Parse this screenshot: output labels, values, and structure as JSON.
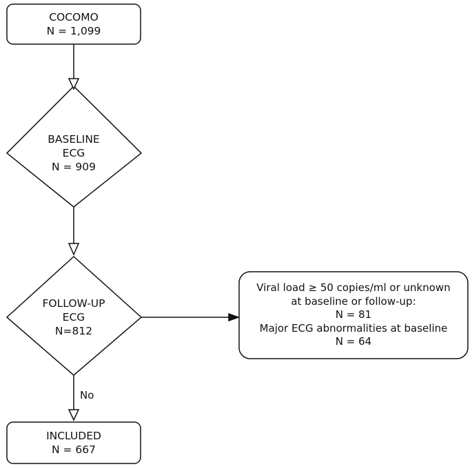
{
  "nodes": {
    "cocomo": {
      "lines": [
        "COCOMO",
        "N = 1,099"
      ]
    },
    "baseline": {
      "lines": [
        "BASELINE",
        "ECG",
        "N = 909"
      ]
    },
    "followup": {
      "lines": [
        "FOLLOW-UP",
        "ECG",
        "N=812"
      ]
    },
    "excluded": {
      "lines": [
        "Viral load ≥ 50 copies/ml or unknown",
        "at baseline or follow-up:",
        "N = 81",
        "Major ECG abnormalities at baseline",
        "N = 64"
      ]
    },
    "included": {
      "lines": [
        "INCLUDED",
        "N = 667"
      ]
    }
  },
  "edges": {
    "no_label": "No"
  }
}
